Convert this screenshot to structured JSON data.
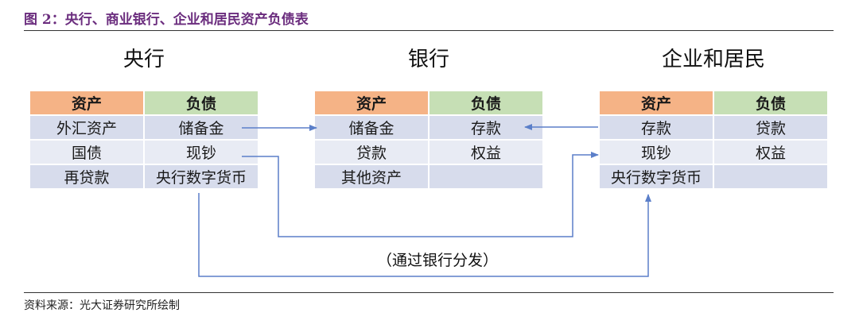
{
  "figure_title": "图 2：央行、商业银行、企业和居民资产负债表",
  "source": "资料来源：光大证券研究所绘制",
  "flow_label": "（通过银行分发）",
  "colors": {
    "asset_header": "#f5b386",
    "liability_header": "#c6dfb5",
    "row_dark": "#d7dcec",
    "row_light": "#e8ebf4",
    "arrow": "#5b7fc9",
    "title": "#6b2d7e"
  },
  "central_bank": {
    "title": "央行",
    "asset_header": "资产",
    "liability_header": "负债",
    "rows": [
      {
        "asset": "外汇资产",
        "liability": "储备金"
      },
      {
        "asset": "国债",
        "liability": "现钞"
      },
      {
        "asset": "再贷款",
        "liability": "央行数字货币"
      }
    ]
  },
  "bank": {
    "title": "银行",
    "asset_header": "资产",
    "liability_header": "负债",
    "rows": [
      {
        "asset": "储备金",
        "liability": "存款"
      },
      {
        "asset": "贷款",
        "liability": "权益"
      },
      {
        "asset": "其他资产",
        "liability": ""
      }
    ]
  },
  "household": {
    "title": "企业和居民",
    "asset_header": "资产",
    "liability_header": "负债",
    "rows": [
      {
        "asset": "存款",
        "liability": "贷款"
      },
      {
        "asset": "现钞",
        "liability": "权益"
      },
      {
        "asset": "央行数字货币",
        "liability": ""
      }
    ]
  }
}
